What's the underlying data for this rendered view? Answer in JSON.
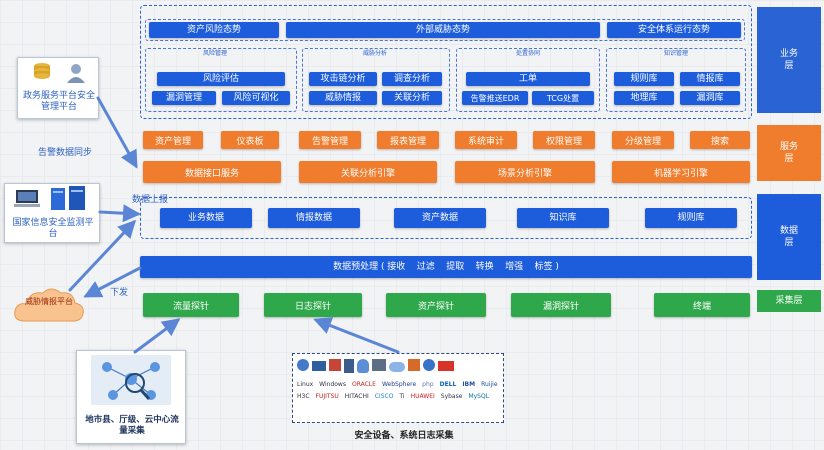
{
  "layers": {
    "business": "业务层",
    "service": "服务层",
    "data": "数据层",
    "collect": "采集层"
  },
  "business": {
    "top": [
      "资产风险态势",
      "外部威胁态势",
      "安全体系运行态势"
    ],
    "groups": [
      {
        "title": "风险管理",
        "items": [
          "风险评估",
          "漏洞管理",
          "风险可视化"
        ]
      },
      {
        "title": "威胁分析",
        "items": [
          "攻击链分析",
          "调查分析",
          "威胁情报",
          "关联分析"
        ]
      },
      {
        "title": "处置协同",
        "items": [
          "工单",
          "告警推送EDR",
          "TCG处置"
        ]
      },
      {
        "title": "知识管理",
        "items": [
          "规则库",
          "情报库",
          "地理库",
          "漏洞库"
        ]
      }
    ]
  },
  "service": {
    "row1": [
      "资产管理",
      "仪表板",
      "告警管理",
      "报表管理",
      "系统审计",
      "权限管理",
      "分级管理",
      "搜索"
    ],
    "row2": [
      "数据接口服务",
      "关联分析引擎",
      "场景分析引擎",
      "机器学习引擎"
    ]
  },
  "data": {
    "upload_label": "数据上报",
    "items": [
      "业务数据",
      "情报数据",
      "资产数据",
      "知识库",
      "规则库"
    ],
    "preprocess": "数据预处理 ( 接收    过滤    提取    转换    增强    标签 )"
  },
  "collect": {
    "items": [
      "流量探针",
      "日志探针",
      "资产探针",
      "漏洞探针",
      "终端"
    ]
  },
  "sources": {
    "gov": "政务服务平台安全管理平台",
    "sync": "告警数据同步",
    "national": "国家信息安全监测平台",
    "threat": "威胁情报平台",
    "down": "下发",
    "city": "地市县、厅级、云中心流量采集",
    "devices": "安全设备、系统日志采集"
  },
  "vendors": [
    "Linux",
    "Windows",
    "ORACLE",
    "WebSphere",
    "php",
    "DELL",
    "IBM",
    "Ruijie",
    "H3C",
    "FUJITSU",
    "HITACHI",
    "CISCO",
    "Ti",
    "HUAWEI",
    "Sybase",
    "MySQL"
  ],
  "colors": {
    "blue": "#1d5cdb",
    "orange": "#ef7d2d",
    "green": "#2fa84b",
    "dash": "#2b62d1"
  }
}
